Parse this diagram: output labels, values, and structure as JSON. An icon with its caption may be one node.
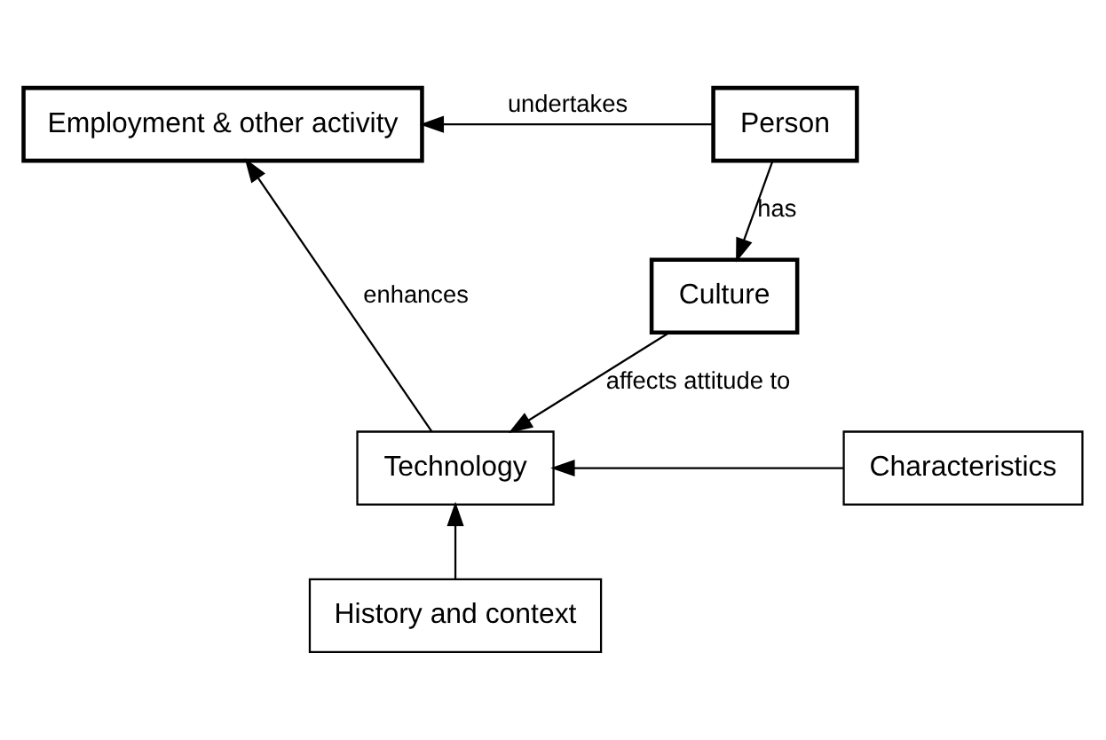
{
  "diagram": {
    "nodes": [
      {
        "text": [
          "Employment & other activity"
        ]
      },
      {
        "text": [
          "Person"
        ]
      },
      {
        "text": [
          "Technology"
        ]
      },
      {
        "text": [
          "Culture"
        ]
      },
      {
        "text": [
          "Characteristics"
        ]
      },
      {
        "text": [
          "History and context"
        ]
      }
    ],
    "edges": [
      {
        "from": 1,
        "to": 0,
        "arrow": "to",
        "label": "undertakes"
      },
      {
        "from": 2,
        "to": 0,
        "arrow": "to",
        "label": "enhances"
      },
      {
        "from": 1,
        "to": 3,
        "arrow": "to",
        "label": "has"
      },
      {
        "from": 3,
        "to": 2,
        "arrow": "to",
        "label": "affects attitude to"
      },
      {
        "from": 4,
        "to": 2,
        "arrow": "to"
      },
      {
        "from": 5,
        "to": 2,
        "arrow": "to"
      }
    ]
  }
}
